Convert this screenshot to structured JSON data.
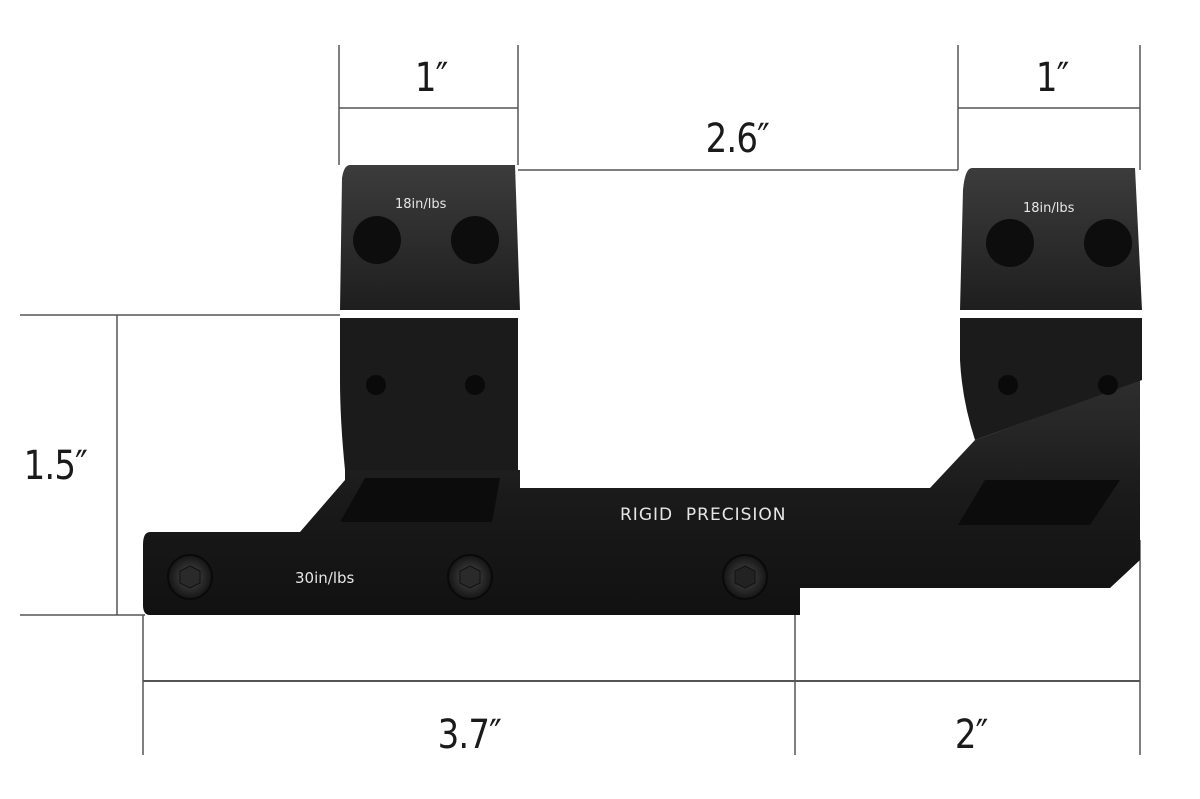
{
  "diagram": {
    "subject": "Cantilever scope mount dimension diagram",
    "dimensions": {
      "ring_width_left": "1″",
      "ring_width_right": "1″",
      "ring_spacing": "2.6″",
      "height": "1.5″",
      "base_length": "3.7″",
      "cantilever_offset": "2″"
    },
    "engravings": {
      "ring_torque_left": "18in/lbs",
      "ring_torque_right": "18in/lbs",
      "base_torque": "30in/lbs",
      "brand": "RIGID  PRECISION"
    },
    "colors": {
      "background": "#ffffff",
      "dimension_line": "#555555",
      "mount_body": "#1c1c1c",
      "mount_highlight": "#3a3a3a",
      "engraving_text": "#e6e6e6"
    }
  }
}
